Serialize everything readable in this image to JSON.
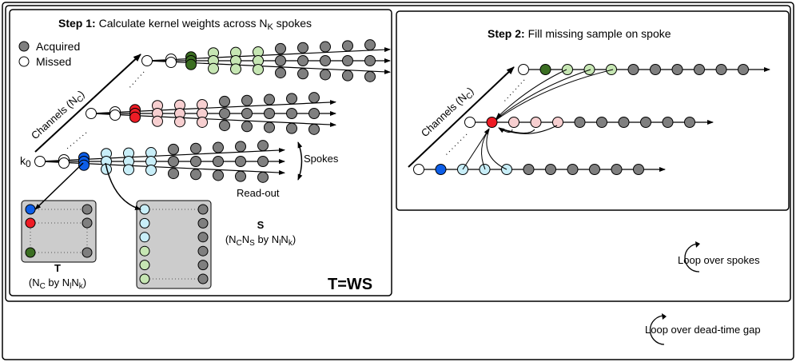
{
  "step1": {
    "title_bold": "Step 1:",
    "title_rest": " Calculate kernel weights across N",
    "title_sub": "K",
    "title_tail": " spokes",
    "legend": [
      {
        "label": "Acquired",
        "color": "#7f7f7f"
      },
      {
        "label": "Missed",
        "color": "#ffffff"
      }
    ],
    "channels_label": "Channels (N",
    "channels_sub": "C",
    "channels_close": ")",
    "k0_label": "k",
    "k0_sub": "0",
    "spokes_label": "Spokes",
    "readout_label": "Read-out",
    "T_label": "T",
    "T_dims": [
      "(N",
      "C",
      " by N",
      "l",
      "N",
      "k",
      ")"
    ],
    "S_label": "S",
    "S_dims": [
      "(N",
      "C",
      "N",
      "S",
      " by N",
      "l",
      "N",
      "k",
      ")"
    ],
    "equation": "T=WS"
  },
  "step2": {
    "title_bold": "Step 2:",
    "title_rest": " Fill missing sample on spoke",
    "channels_label": "Channels (N",
    "channels_sub": "C",
    "channels_close": ")"
  },
  "loops": {
    "spokes": "Loop over spokes",
    "deadtime": "Loop over dead-time gap"
  },
  "colors": {
    "acquired": "#7f7f7f",
    "missed": "#ffffff",
    "green_dark": "#3b6e22",
    "green_light": "#c6e6b3",
    "red": "#ee1c25",
    "red_light": "#f7cfd0",
    "blue": "#0d5ee8",
    "blue_light": "#c8eef8",
    "panel_gray": "#cccccc"
  }
}
